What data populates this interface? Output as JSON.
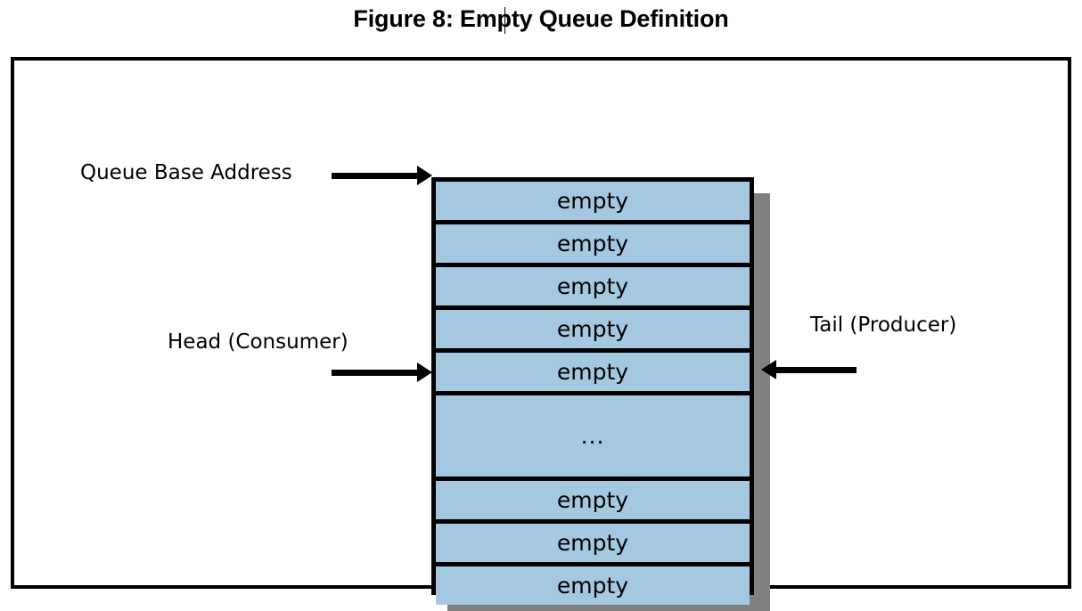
{
  "figure": {
    "title": "Figure 8: Empty Queue Definition",
    "caret_visible": true
  },
  "colors": {
    "cell_fill": "#a5c8e1",
    "cell_border": "#000000",
    "shadow": "#808080",
    "frame_border": "#000000",
    "background": "#ffffff",
    "text": "#000000"
  },
  "labels": {
    "queue_base_address": "Queue Base Address",
    "head_consumer": "Head (Consumer)",
    "tail_producer": "Tail (Producer)"
  },
  "queue": {
    "slot_text": "empty",
    "ellipsis_text": "...",
    "cells": [
      {
        "index": 0,
        "text": "empty",
        "tall": false
      },
      {
        "index": 1,
        "text": "empty",
        "tall": false
      },
      {
        "index": 2,
        "text": "empty",
        "tall": false
      },
      {
        "index": 3,
        "text": "empty",
        "tall": false
      },
      {
        "index": 4,
        "text": "empty",
        "tall": false
      },
      {
        "index": 5,
        "text": "...",
        "tall": true
      },
      {
        "index": 6,
        "text": "empty",
        "tall": false
      },
      {
        "index": 7,
        "text": "empty",
        "tall": false
      },
      {
        "index": 8,
        "text": "empty",
        "tall": false
      }
    ],
    "total_cells": 9,
    "empty_cells": 8,
    "base_address_points_to_cell": 0,
    "head_points_to_cell": 4,
    "tail_points_to_cell": 4
  },
  "arrows": {
    "base_address": {
      "direction": "right",
      "target": "queue-top-cell"
    },
    "head": {
      "direction": "right",
      "target": "queue-cell-5"
    },
    "tail": {
      "direction": "left",
      "target": "queue-cell-5"
    }
  }
}
